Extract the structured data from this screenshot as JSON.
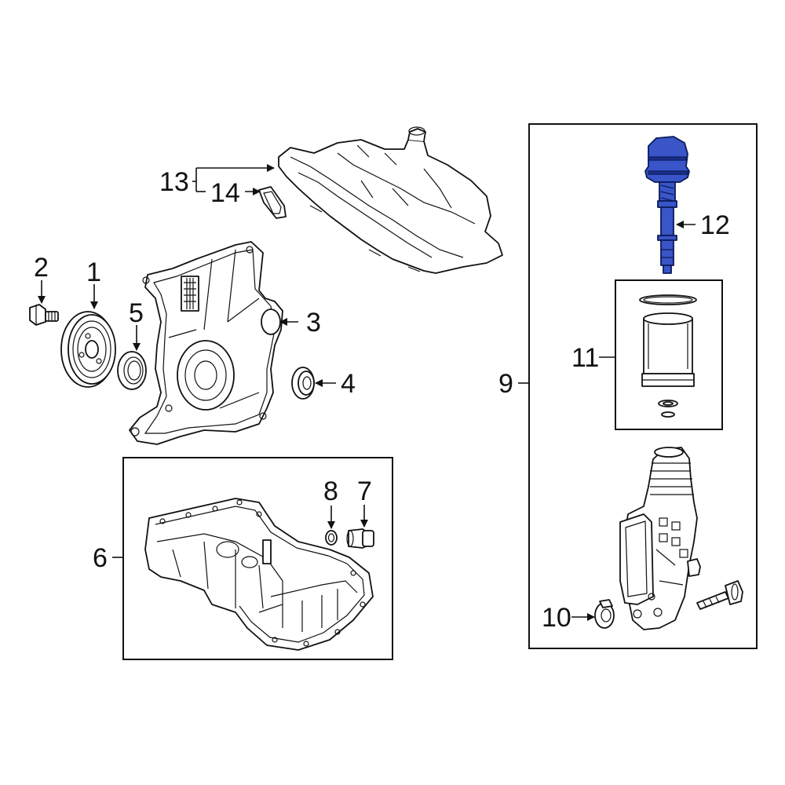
{
  "callouts": {
    "c1": "1",
    "c2": "2",
    "c3": "3",
    "c4": "4",
    "c5": "5",
    "c6": "6",
    "c7": "7",
    "c8": "8",
    "c9": "9",
    "c10": "10",
    "c11": "11",
    "c12": "12",
    "c13": "13",
    "c14": "14"
  },
  "colors": {
    "highlight": "#3a55c8",
    "line": "#111111",
    "background": "#ffffff"
  }
}
